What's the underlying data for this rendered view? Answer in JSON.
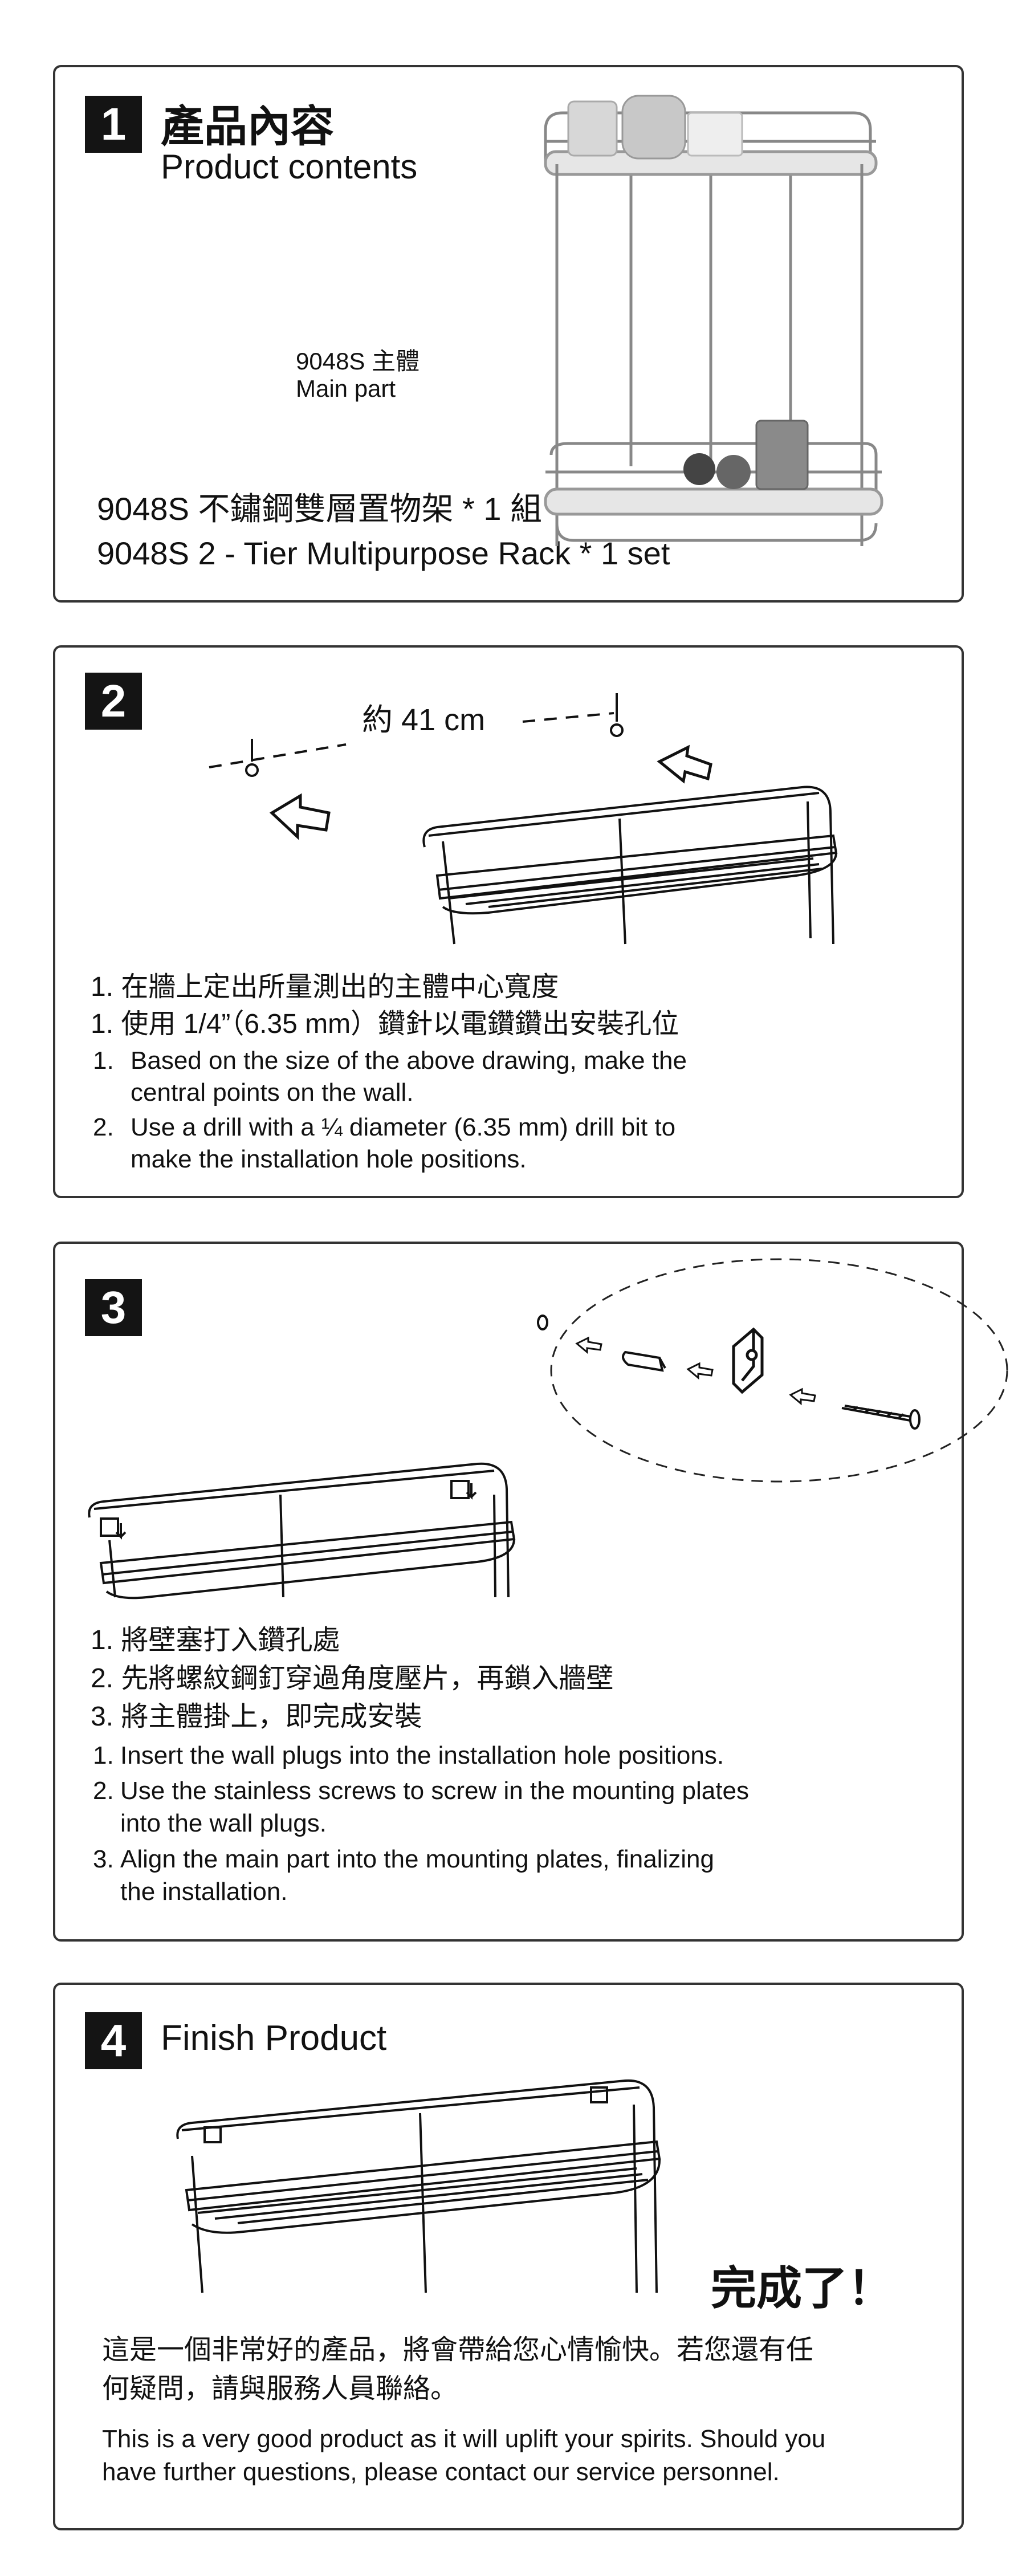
{
  "step1": {
    "number": "1",
    "title_zh": "產品內容",
    "title_en": "Product contents",
    "part_code": "9048S 主體",
    "part_en": "Main part",
    "line_zh": "9048S 不鏽鋼雙層置物架 * 1 組",
    "line_en": "9048S  2 - Tier Multipurpose Rack * 1 set"
  },
  "step2": {
    "number": "2",
    "distance": "約 41 cm",
    "zh": [
      "1. 在牆上定出所量測出的主體中心寬度",
      "1. 使用 1/4”（6.35 mm）鑽針以電鑽鑽出安裝孔位"
    ],
    "en": [
      {
        "num": "1.",
        "lines": [
          "Based on the size of the above drawing, make the",
          "central points on the wall."
        ]
      },
      {
        "num": "2.",
        "lines": [
          "Use a drill with a ¼   diameter (6.35 mm) drill bit to",
          "make the installation hole positions."
        ]
      }
    ]
  },
  "step3": {
    "number": "3",
    "zh": [
      "1. 將壁塞打入鑽孔處",
      "2. 先將螺紋鋼釘穿過角度壓片，再鎖入牆壁",
      "3. 將主體掛上，即完成安裝"
    ],
    "en": [
      {
        "num": "1.",
        "lines": [
          "Insert the wall plugs into the installation hole positions."
        ]
      },
      {
        "num": "2.",
        "lines": [
          "Use the stainless screws to screw in the mounting plates",
          "into the wall plugs."
        ]
      },
      {
        "num": "3.",
        "lines": [
          "Align the main part into the mounting plates, finalizing",
          "the installation."
        ]
      }
    ]
  },
  "step4": {
    "number": "4",
    "title": "Finish Product",
    "done": "完成了！",
    "zh": [
      "這是一個非常好的產品，將會帶給您心情愉快。若您還有任",
      "何疑問，請與服務人員聯絡。"
    ],
    "en": [
      "This is a very good product as it will uplift your spirits. Should you",
      "have further questions, please contact our service personnel."
    ]
  },
  "icons": [
    "arrow-left-icon",
    "arrow-right-icon",
    "wall-plug-icon",
    "screw-icon",
    "mounting-plate-icon",
    "rack-illustration"
  ]
}
